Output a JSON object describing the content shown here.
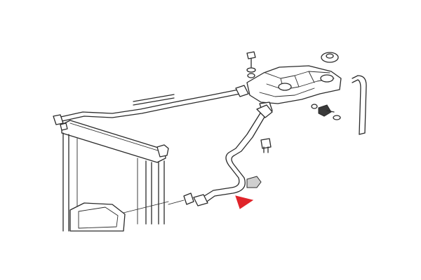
{
  "diagram": {
    "parts": [
      {
        "name": "radiator"
      },
      {
        "name": "expansion-tank"
      },
      {
        "name": "tank-cap"
      },
      {
        "name": "overflow-hose"
      },
      {
        "name": "vent-line"
      },
      {
        "name": "coolant-hose"
      },
      {
        "name": "bleed-screw"
      },
      {
        "name": "hose-clamp"
      },
      {
        "name": "level-sensor"
      }
    ],
    "pointer": {
      "color": "#e0242a",
      "target": "coolant-hose"
    }
  }
}
